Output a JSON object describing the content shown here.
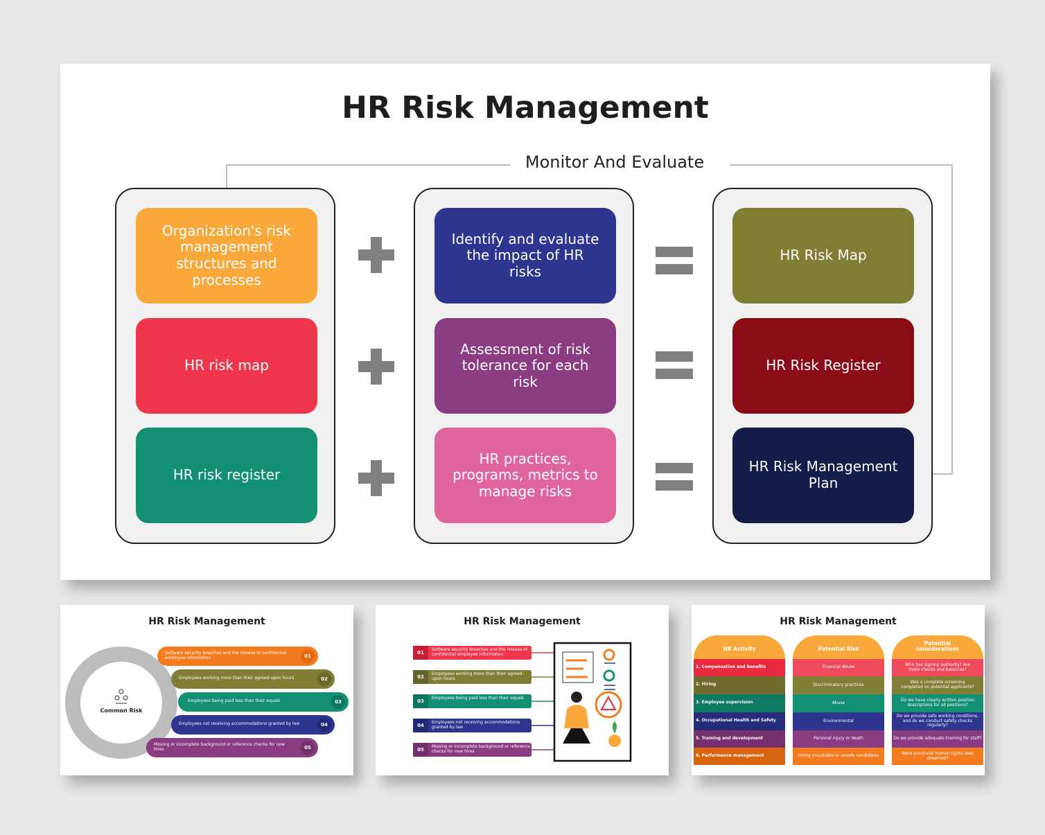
{
  "main": {
    "title": "HR Risk Management",
    "monitor_label": "Monitor And Evaluate",
    "column1": [
      {
        "label": "Organization's risk management structures and processes",
        "color": "#f9a93c"
      },
      {
        "label": "HR risk map",
        "color": "#ef364c"
      },
      {
        "label": "HR risk register",
        "color": "#138f74"
      }
    ],
    "column2": [
      {
        "label": "Identify and evaluate the impact of HR risks",
        "color": "#2d358e"
      },
      {
        "label": "Assessment of risk tolerance for each risk",
        "color": "#8a3b82"
      },
      {
        "label": "HR practices, programs, metrics to manage risks",
        "color": "#e0659f"
      }
    ],
    "column3": [
      {
        "label": "HR Risk Map",
        "color": "#807d34"
      },
      {
        "label": "HR Risk Register",
        "color": "#8a0c16"
      },
      {
        "label": "HR Risk Management Plan",
        "color": "#141d4a"
      }
    ]
  },
  "thumb1": {
    "title": "HR Risk Management",
    "center_label": "Common Risk",
    "items": [
      {
        "num": "01",
        "text": "Software security breaches and the release of confidential employee information",
        "color": "#f47c20"
      },
      {
        "num": "02",
        "text": "Employees working more than their agreed-upon hours",
        "color": "#807d34"
      },
      {
        "num": "03",
        "text": "Employees being paid less than their equals",
        "color": "#138f74"
      },
      {
        "num": "04",
        "text": "Employees not receiving accommodations granted by law",
        "color": "#2d358e"
      },
      {
        "num": "05",
        "text": "Missing or incomplete background or reference checks for new hires",
        "color": "#8a3b82"
      }
    ]
  },
  "thumb2": {
    "title": "HR Risk Management",
    "items": [
      {
        "num": "01",
        "text": "Software security breaches and the release of confidential employee information",
        "color": "#ef364c"
      },
      {
        "num": "02",
        "text": "Employees working more than their agreed-upon hours",
        "color": "#807d34"
      },
      {
        "num": "03",
        "text": "Employees being paid less than their equals",
        "color": "#138f74"
      },
      {
        "num": "04",
        "text": "Employees not receiving accommodations granted by law",
        "color": "#2d358e"
      },
      {
        "num": "05",
        "text": "Missing or incomplete background or reference checks for new hires",
        "color": "#8a3b82"
      }
    ]
  },
  "thumb3": {
    "title": "HR Risk Management",
    "headers": [
      "HR Activity",
      "Potential Risk",
      "Potential considerations"
    ],
    "rows": [
      {
        "activity": "1. Compensation and benefits",
        "risk": "Financial Abuse",
        "consideration": "Who has signing authority? Are there checks and balances?",
        "color": "#e8293e"
      },
      {
        "activity": "2. Hiring",
        "risk": "Discriminatory practices",
        "consideration": "Was a complete screening completed on potential applicants?",
        "color": "#6e6b2c"
      },
      {
        "activity": "3. Employee supervision",
        "risk": "Abuse",
        "consideration": "Do we have clearly written position descriptions for all positions?",
        "color": "#138f74"
      },
      {
        "activity": "4. Occupational Health and Safety",
        "risk": "Environmental",
        "consideration": "Do we provide safe working conditions, and do we conduct safety checks regularly?",
        "color": "#2d358e"
      },
      {
        "activity": "5. Training and development",
        "risk": "Personal injury or death",
        "consideration": "Do we provide adequate training for staff?",
        "color": "#8a3b82"
      },
      {
        "activity": "6. Performance management",
        "risk": "Hiring unsuitable or unsafe candidates",
        "consideration": "Were provincial human rights laws observed?",
        "color": "#f47c20"
      }
    ]
  },
  "colors": {
    "header_orange": "#f9a93c",
    "operator_gray": "#808080",
    "panel_border": "#222222"
  }
}
